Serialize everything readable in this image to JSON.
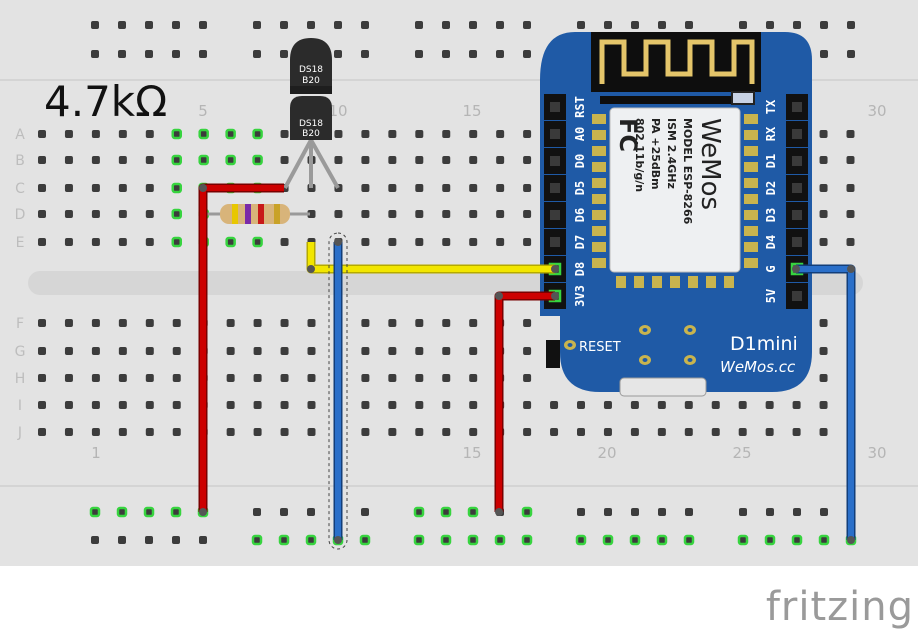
{
  "resistor_label": "4.7kΩ",
  "row_labels": [
    "A",
    "B",
    "C",
    "D",
    "E",
    "F",
    "G",
    "H",
    "I",
    "J"
  ],
  "col_numbers_top": [
    "5",
    "10",
    "15",
    "30"
  ],
  "col_numbers_bottom": [
    "1",
    "15",
    "20",
    "25",
    "30"
  ],
  "sensor": {
    "line1": "DS18",
    "line2": "B20"
  },
  "board": {
    "left_pins": [
      "RST",
      "A0",
      "D0",
      "D5",
      "D6",
      "D7",
      "D8",
      "3V3"
    ],
    "right_pins": [
      "TX",
      "RX",
      "D1",
      "D2",
      "D3",
      "D4",
      "G",
      "5V"
    ],
    "module_lines": [
      "MODEL  ESP-8266",
      "ISM 2.4GHz",
      "PA +25dBm",
      "802.11b/g/n"
    ],
    "brand_chip": "WeMos",
    "reset_label": "RESET",
    "model_name": "D1mini",
    "site": "WeMos.cc",
    "fcc": "FC"
  },
  "wires": {
    "red": "#cc0000",
    "blue": "#2a6fc9",
    "yellow": "#f2e600"
  },
  "logo": "fritzing"
}
